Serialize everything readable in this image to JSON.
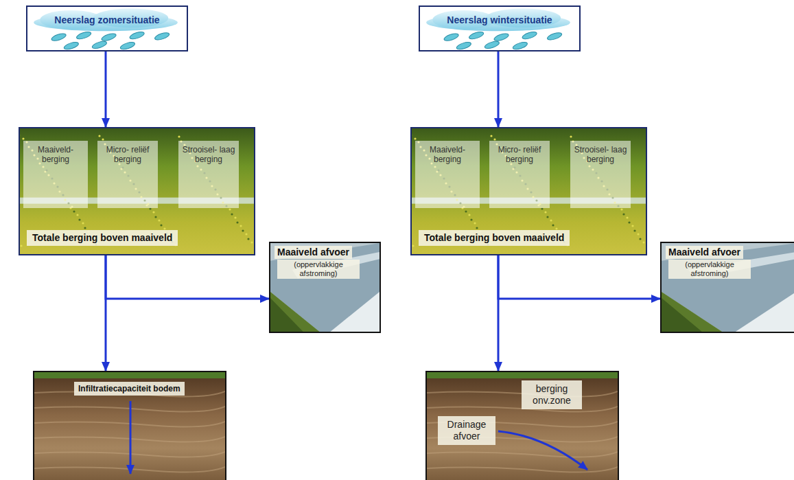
{
  "diagram": {
    "nodes": [
      {
        "text": [
          "Neerslag zomersituatie"
        ]
      },
      {
        "text": [
          "Totale berging boven maaiveld"
        ]
      },
      {
        "text": [
          "Maaiveld- berging"
        ],
        "in": 1
      },
      {
        "text": [
          "Micro- reliëf berging"
        ],
        "in": 1
      },
      {
        "text": [
          "Strooisel- laag berging"
        ],
        "in": 1
      },
      {
        "text": [
          "Maaiveld afvoer",
          "(oppervlakkige afstroming)"
        ]
      },
      {
        "text": [
          "Infiltratiecapaciteit bodem"
        ]
      },
      {
        "text": [
          "Neerslag wintersituatie"
        ]
      },
      {
        "text": [
          "Totale berging boven maaiveld"
        ]
      },
      {
        "text": [
          "Maaiveld- berging"
        ],
        "in": 8
      },
      {
        "text": [
          "Micro- reliëf berging"
        ],
        "in": 8
      },
      {
        "text": [
          "Strooisel- laag berging"
        ],
        "in": 8
      },
      {
        "text": [
          "Maaiveld afvoer",
          "(oppervlakkige afstroming)"
        ]
      },
      {
        "text": [
          "berging onv.zone",
          "Drainage afvoer"
        ]
      }
    ],
    "edges": [
      {
        "from": 0,
        "to": 1,
        "arrow": "to"
      },
      {
        "from": 1,
        "to": 5,
        "arrow": "to"
      },
      {
        "from": 1,
        "to": 6,
        "arrow": "to"
      },
      {
        "from": 7,
        "to": 8,
        "arrow": "to"
      },
      {
        "from": 8,
        "to": 12,
        "arrow": "to"
      },
      {
        "from": 8,
        "to": 13,
        "arrow": "to"
      }
    ]
  }
}
